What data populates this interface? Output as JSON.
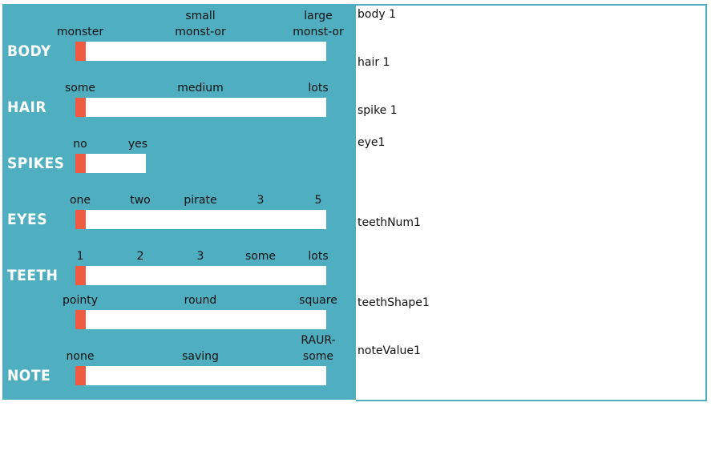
{
  "colors": {
    "panel": "#4fafc0",
    "handle": "#ee5a42",
    "track": "#ffffff"
  },
  "rows": [
    {
      "label": "BODY",
      "ticks": [
        "monster",
        "small\nmonst-or",
        "large\nmonst-or"
      ],
      "value": 0
    },
    {
      "label": "HAIR",
      "ticks": [
        "some",
        "medium",
        "lots"
      ],
      "value": 0
    },
    {
      "label": "SPIKES",
      "ticks": [
        "no",
        "yes"
      ],
      "value": 0
    },
    {
      "label": "EYES",
      "ticks": [
        "one",
        "two",
        "pirate",
        "3",
        "5"
      ],
      "value": 0
    },
    {
      "label": "TEETH",
      "ticks": [
        "1",
        "2",
        "3",
        "some",
        "lots"
      ],
      "value": 0
    },
    {
      "label": "",
      "ticks": [
        "pointy",
        "round",
        "square"
      ],
      "value": 0
    },
    {
      "label": "NOTE",
      "ticks": [
        "none",
        "saving",
        "RAUR-\nsome"
      ],
      "value": 0
    }
  ],
  "output": [
    {
      "text": "body 1"
    },
    {
      "text": "hair 1"
    },
    {
      "text": "spike 1"
    },
    {
      "text": "eye1"
    },
    {
      "text": "teethNum1"
    },
    {
      "text": "teethShape1"
    },
    {
      "text": "noteValue1"
    }
  ]
}
